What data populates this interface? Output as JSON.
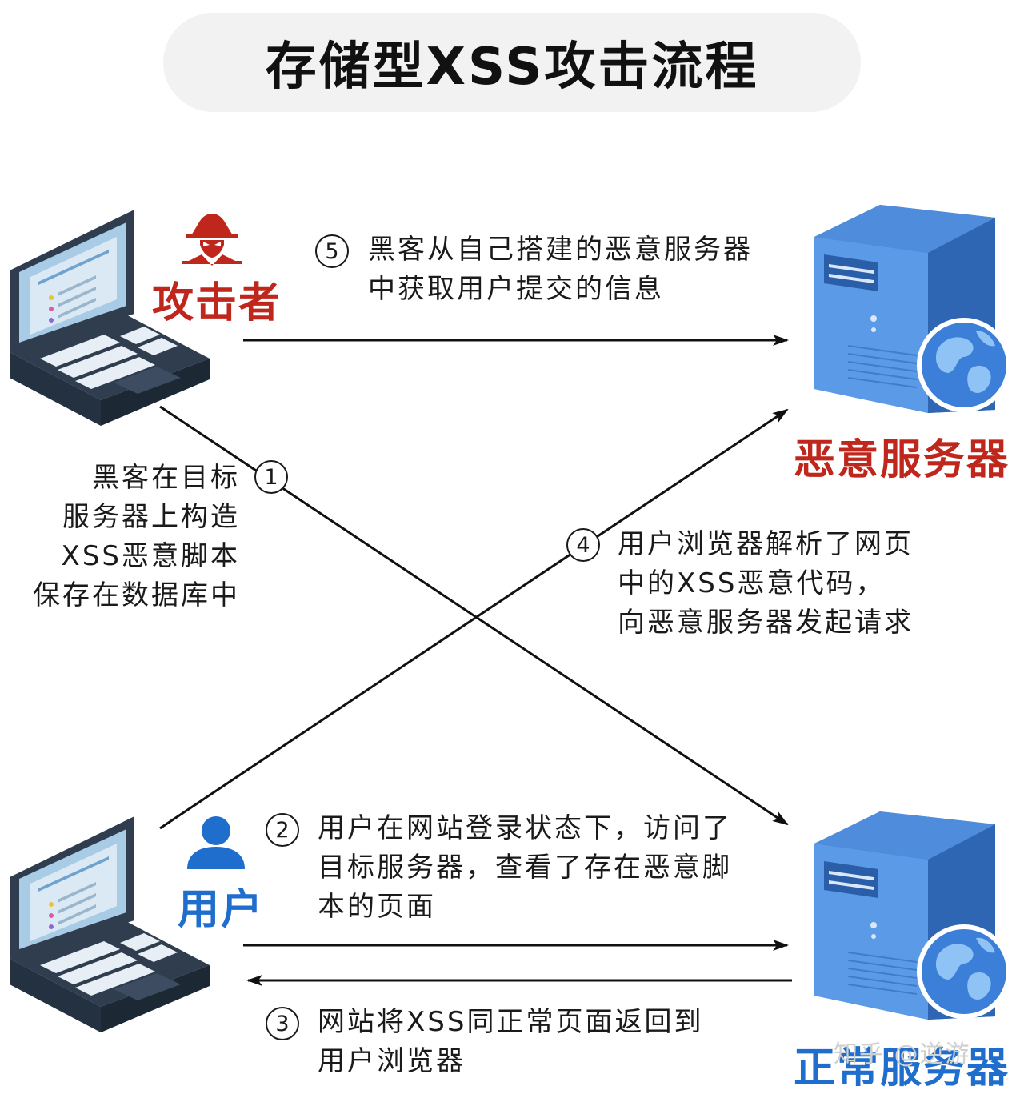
{
  "title": "存储型XSS攻击流程",
  "roles": {
    "attacker": "攻击者",
    "user": "用户",
    "malicious_server": "恶意服务器",
    "normal_server": "正常服务器"
  },
  "steps": [
    {
      "num": "1",
      "text": "黑客在目标\n服务器上构造\nXSS恶意脚本\n保存在数据库中"
    },
    {
      "num": "2",
      "text": "用户在网站登录状态下，访问了\n目标服务器，查看了存在恶意脚\n本的页面"
    },
    {
      "num": "3",
      "text": "网站将XSS同正常页面返回到\n用户浏览器"
    },
    {
      "num": "4",
      "text": "用户浏览器解析了网页\n中的XSS恶意代码，\n向恶意服务器发起请求"
    },
    {
      "num": "5",
      "text": "黑客从自己搭建的恶意服务器\n中获取用户提交的信息"
    }
  ],
  "watermark": "知乎 @逆游",
  "colors": {
    "attacker_red": "#c0271c",
    "user_blue": "#1f6dcd",
    "server_blue": "#3a7fd0",
    "laptop_dark": "#2f3d4f"
  },
  "icons": [
    "laptop-icon",
    "hacker-icon",
    "user-icon",
    "server-icon",
    "globe-icon"
  ]
}
